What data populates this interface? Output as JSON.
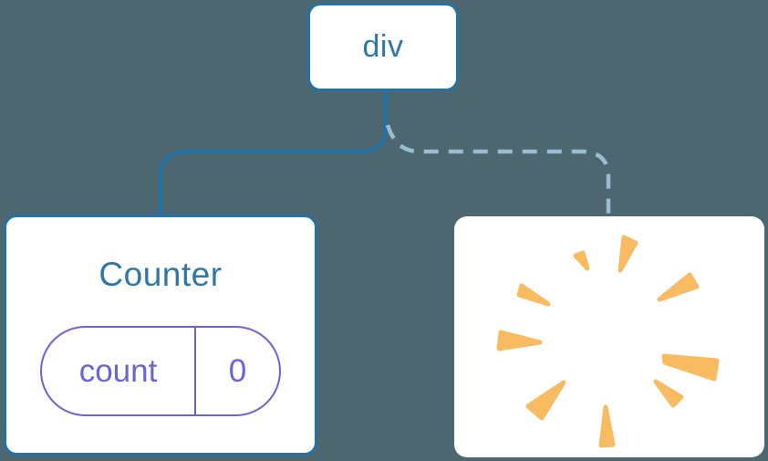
{
  "diagram": {
    "root": {
      "label": "div"
    },
    "children": [
      {
        "label": "Counter",
        "edge": "solid",
        "state": {
          "key": "count",
          "value": "0"
        }
      },
      {
        "edge": "dashed",
        "icon": "poof-icon"
      }
    ]
  },
  "colors": {
    "background": "#4C6770",
    "node_blue": "#2372A7",
    "text_blue": "#2F77A7",
    "edge_dashed": "#9BBDD4",
    "state_purple": "#6963D8",
    "poof_orange": "#F9BB61",
    "card_white": "#FFFFFF"
  }
}
